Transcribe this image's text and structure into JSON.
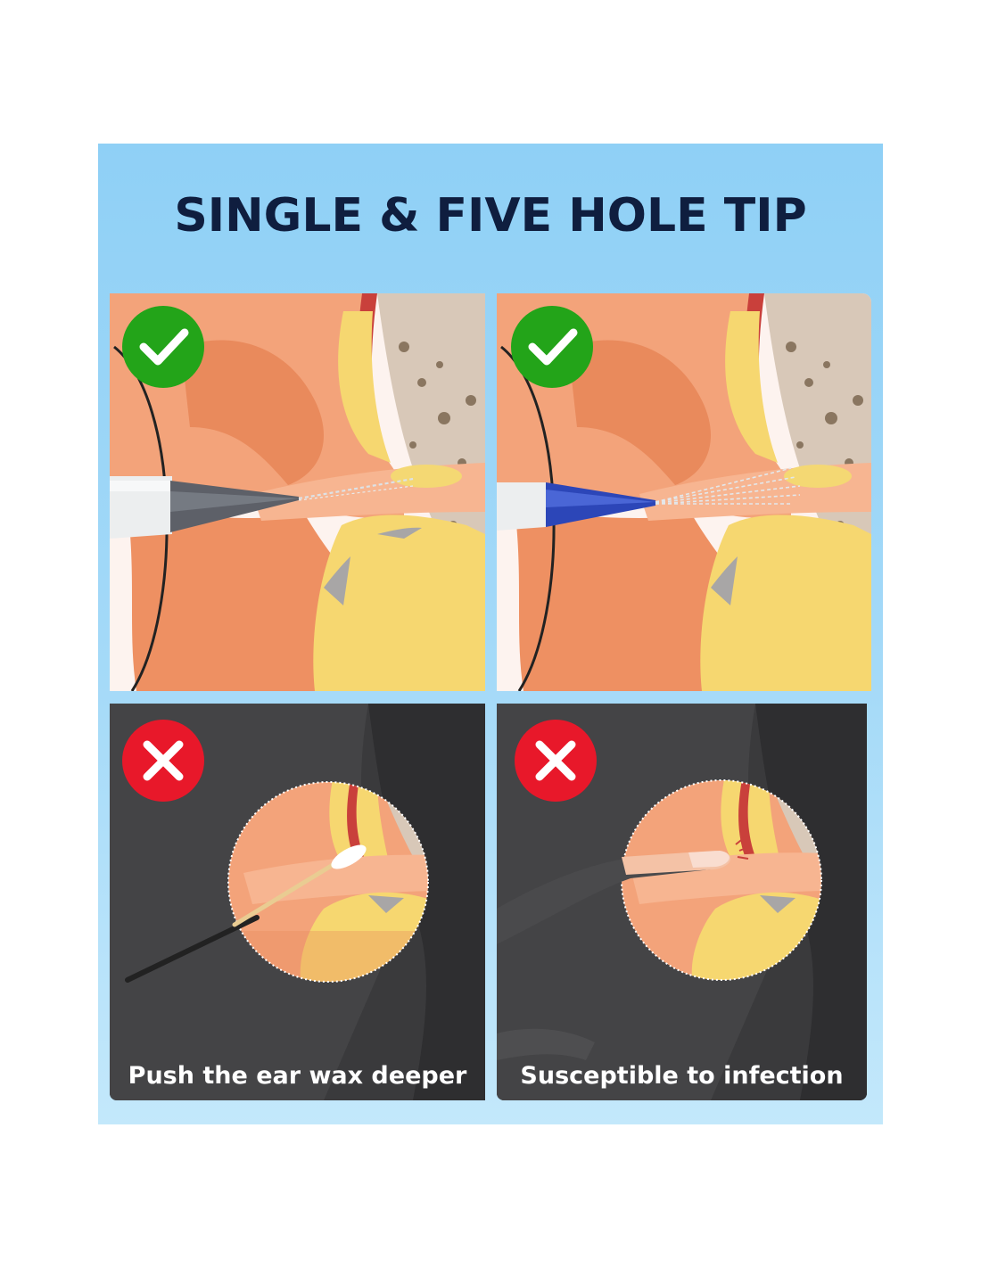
{
  "header": {
    "title": "SINGLE & FIVE HOLE TIP"
  },
  "panels": [
    {
      "status": "correct",
      "icon": "check-icon",
      "tool": "single-hole-tip"
    },
    {
      "status": "correct",
      "icon": "check-icon",
      "tool": "five-hole-tip"
    },
    {
      "status": "incorrect",
      "icon": "cross-icon",
      "tool": "cotton-swab",
      "caption": "Push the ear wax deeper"
    },
    {
      "status": "incorrect",
      "icon": "cross-icon",
      "tool": "fingernail",
      "caption": "Susceptible to infection"
    }
  ],
  "colors": {
    "title": "#0f1e3f",
    "background_top": "#8fd0f6",
    "check_green": "#23a419",
    "cross_red": "#e8182a",
    "skin": "#f0956a",
    "fat": "#f6d770",
    "dark_panel": "#3a3a3c"
  }
}
